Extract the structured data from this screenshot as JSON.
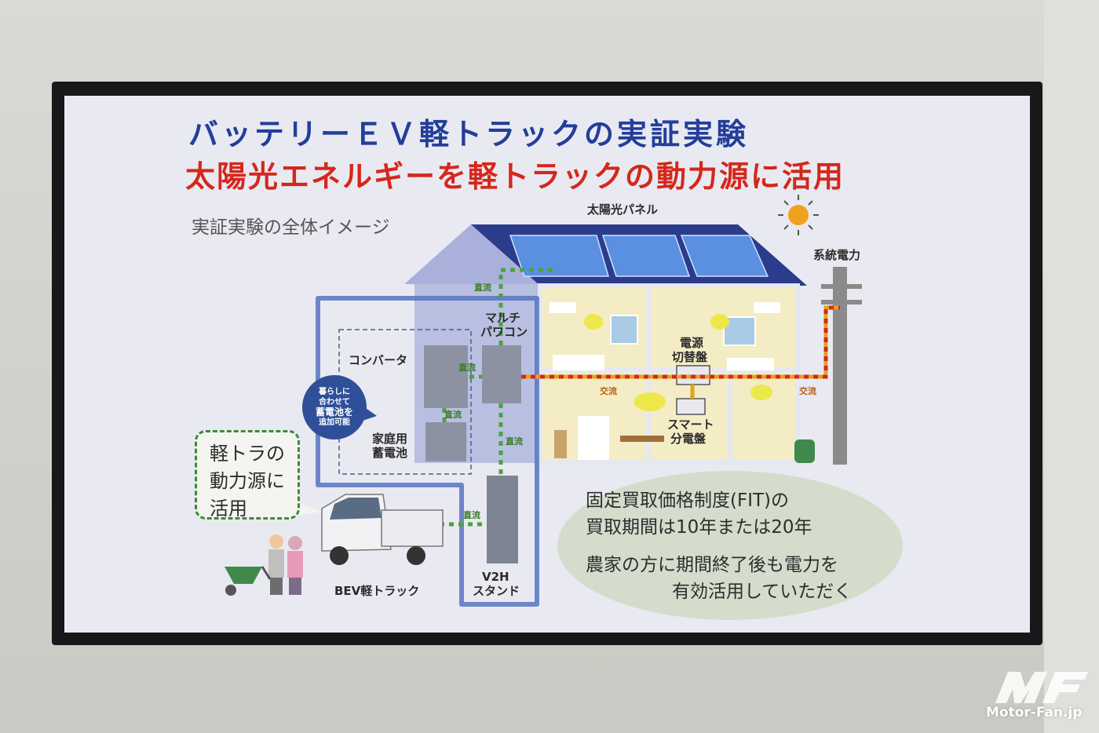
{
  "slide": {
    "title_line1": "バッテリーＥＶ軽トラックの実証実験",
    "title_line2": "太陽光エネルギーを軽トラックの動力源に活用",
    "subtitle": "実証実験の全体イメージ"
  },
  "labels": {
    "solar_panel": "太陽光パネル",
    "grid_power": "系統電力",
    "multi_pcs_1": "マルチ",
    "multi_pcs_2": "パワコン",
    "converter": "コンバータ",
    "switchboard_1": "電源",
    "switchboard_2": "切替盤",
    "smart_panel_1": "スマート",
    "smart_panel_2": "分電盤",
    "home_battery_1": "家庭用",
    "home_battery_2": "蓄電池",
    "v2h_1": "V2H",
    "v2h_2": "スタンド",
    "bev_truck": "BEV軽トラック"
  },
  "flow_labels": {
    "dc_1": "直流",
    "dc_2": "直流",
    "dc_3": "直流",
    "dc_4": "直流",
    "dc_5": "直流",
    "ac_1": "交流",
    "ac_2": "交流"
  },
  "bubble": {
    "line1": "暮らしに",
    "line2": "合わせて",
    "line3": "蓄電池を",
    "line4": "追加可能"
  },
  "callout": {
    "line1": "軽トラの",
    "line2": "動力源に",
    "line3": "活用"
  },
  "fit_note": {
    "line1": "固定買取価格制度(FIT)の",
    "line2": "買取期間は10年または20年",
    "line3": "農家の方に期間終了後も電力を",
    "line4": "有効活用していただく"
  },
  "watermark": "Motor-Fan.jp",
  "colors": {
    "title_blue": "#233e9a",
    "title_red": "#d5271c",
    "dc_line": "#4da23a",
    "ac_line": "#e2a21a",
    "house_roof": "#2c3c8c"
  }
}
